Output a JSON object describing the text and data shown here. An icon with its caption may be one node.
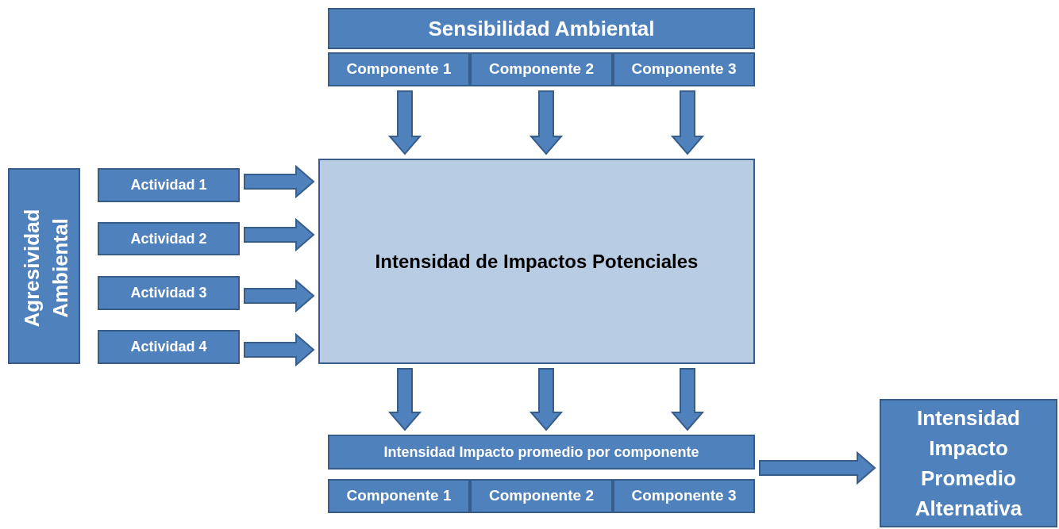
{
  "diagram": {
    "nodes": [
      {
        "text": [
          "Sensibilidad Ambiental"
        ]
      },
      {
        "text": [
          "Componente 1"
        ]
      },
      {
        "text": [
          "Componente 2"
        ]
      },
      {
        "text": [
          "Componente 3"
        ]
      },
      {
        "text": [
          "Agresividad Ambiental"
        ]
      },
      {
        "text": [
          "Actividad 1"
        ]
      },
      {
        "text": [
          "Actividad 2"
        ]
      },
      {
        "text": [
          "Actividad 3"
        ]
      },
      {
        "text": [
          "Actividad 4"
        ]
      },
      {
        "text": [
          "Intensidad de Impactos Potenciales"
        ]
      },
      {
        "text": [
          "Intensidad Impacto promedio por componente"
        ]
      },
      {
        "text": [
          "Componente 1"
        ]
      },
      {
        "text": [
          "Componente 2"
        ]
      },
      {
        "text": [
          "Componente 3"
        ]
      },
      {
        "text": [
          "Intensidad Impacto Promedio Alternativa"
        ]
      }
    ],
    "edges": [
      {
        "from": 1,
        "to": 9,
        "arrow": "to"
      },
      {
        "from": 2,
        "to": 9,
        "arrow": "to"
      },
      {
        "from": 3,
        "to": 9,
        "arrow": "to"
      },
      {
        "from": 5,
        "to": 9,
        "arrow": "to"
      },
      {
        "from": 6,
        "to": 9,
        "arrow": "to"
      },
      {
        "from": 7,
        "to": 9,
        "arrow": "to"
      },
      {
        "from": 8,
        "to": 9,
        "arrow": "to"
      },
      {
        "from": 9,
        "to": 10,
        "arrow": "to"
      },
      {
        "from": 9,
        "to": 10,
        "arrow": "to"
      },
      {
        "from": 9,
        "to": 10,
        "arrow": "to"
      },
      {
        "from": 10,
        "to": 14,
        "arrow": "to"
      }
    ]
  }
}
